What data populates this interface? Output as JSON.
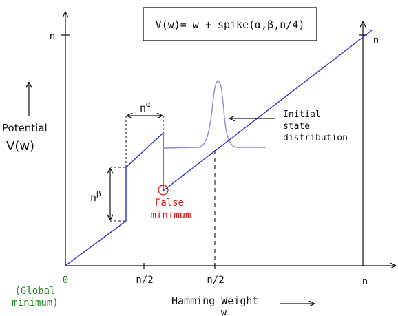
{
  "title": {
    "formula": "V(w)= w + spike(α,β,n/4)"
  },
  "axes": {
    "x_label": "Hamming Weight",
    "x_label_var": "w",
    "y_label": "Potential",
    "y_label_func": "V(w)",
    "x_ticks": [
      "0",
      "n/2",
      "n/2",
      "n"
    ],
    "y_tick": "n",
    "right_axis_tick": "n"
  },
  "annotations": {
    "global_minimum_line1": "(Global",
    "global_minimum_line2": "minimum)",
    "false_minimum_line1": "False",
    "false_minimum_line2": "minimum",
    "initial_line1": "Initial",
    "initial_line2": "state",
    "initial_line3": "distribution",
    "n_alpha_base": "n",
    "n_alpha_exp": "α",
    "n_beta_base": "n",
    "n_beta_exp": "β"
  },
  "colors": {
    "potential_line": "#3333cc",
    "distribution": "#8a8ad8",
    "false_minimum": "#dd1111",
    "global_minimum": "#228822",
    "ink": "#111111"
  }
}
